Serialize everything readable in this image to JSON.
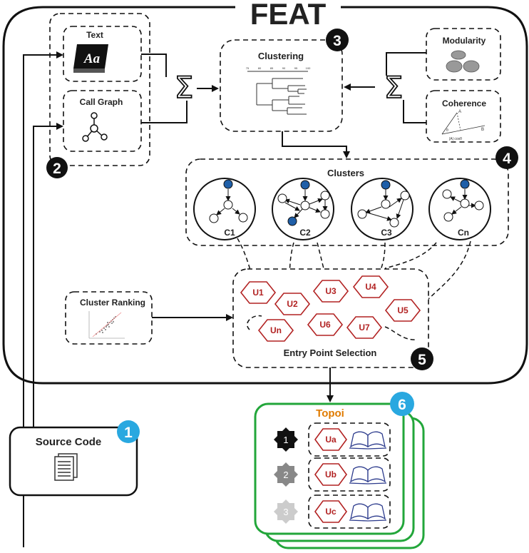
{
  "title": "FEAT",
  "steps": {
    "s1": "1",
    "s2": "2",
    "s3": "3",
    "s4": "4",
    "s5": "5",
    "s6": "6"
  },
  "inputs": {
    "text": "Text",
    "text_icon": "Aa",
    "call_graph": "Call Graph"
  },
  "clustering": {
    "label": "Clustering",
    "ticks": [
      "75",
      "80",
      "85",
      "90",
      "95",
      "100"
    ]
  },
  "metrics": {
    "modularity": "Modularity",
    "coherence": "Coherence",
    "coherence_formula": "|A| cosθ",
    "coherence_a": "A",
    "coherence_b": "B",
    "coherence_theta": "θ"
  },
  "clusters": {
    "label": "Clusters",
    "names": [
      "C1",
      "C2",
      "C3",
      "Cn"
    ]
  },
  "entry": {
    "label": "Entry Point Selection",
    "units": [
      "U1",
      "U2",
      "U3",
      "U4",
      "U5",
      "U6",
      "U7",
      "Un"
    ]
  },
  "ranking": {
    "label": "Cluster Ranking"
  },
  "source": {
    "label": "Source Code"
  },
  "topoi": {
    "label": "Topoi",
    "ranks": [
      "1",
      "2",
      "3"
    ],
    "units": [
      "Ua",
      "Ub",
      "Uc"
    ]
  },
  "colors": {
    "node_fill": "#1f5fa8",
    "unit_red": "#b22222",
    "topoi_green": "#22a63a",
    "topoi_orange": "#e07b00",
    "badge_blue": "#29a8e0"
  }
}
